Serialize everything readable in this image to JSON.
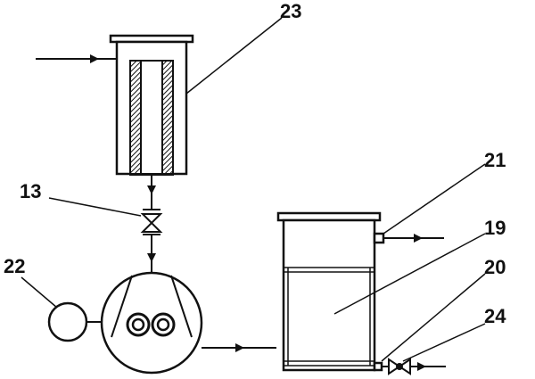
{
  "labels": {
    "cartridge_filter": "23",
    "check_valve": "13",
    "motor": "22",
    "outlet_port": "21",
    "tank": "19",
    "drain_port": "20",
    "drain_valve": "24"
  },
  "colors": {
    "ink": "#111111",
    "background": "#ffffff"
  }
}
